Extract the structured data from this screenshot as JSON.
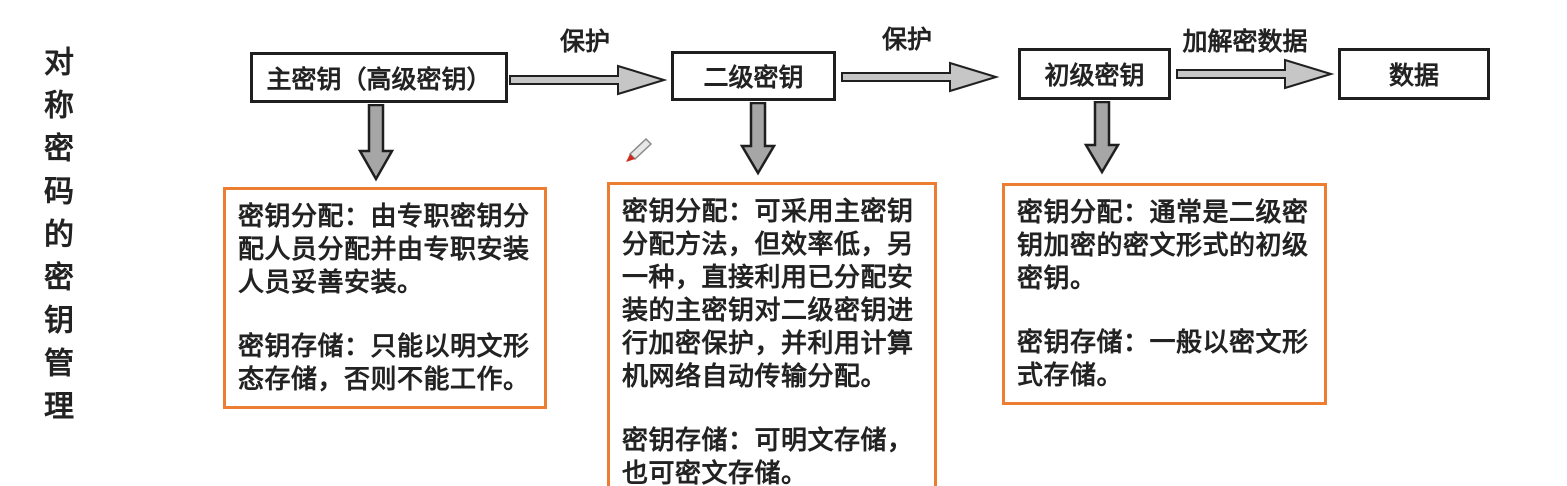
{
  "title": "对称密码的密钥管理",
  "colors": {
    "accent-orange": "#ED7D31",
    "node-border": "#1f1f1f",
    "h-arrow-fill": "#c6c6c6",
    "v-arrow-fill": "#a6a6a6",
    "arrow-stroke": "#1f1f1f",
    "text": "#1a1a1a"
  },
  "icons": {
    "annotation-cursor": "pencil-icon",
    "flow-arrow": "block-arrow-right",
    "pointer-arrow": "block-arrow-down"
  },
  "flow": {
    "nodes": [
      {
        "label": "主密钥（高级密钥）"
      },
      {
        "label": "二级密钥"
      },
      {
        "label": "初级密钥"
      },
      {
        "label": "数据"
      }
    ],
    "arrows": [
      {
        "label": "保护"
      },
      {
        "label": "保护"
      },
      {
        "label": "加解密数据"
      }
    ]
  },
  "details": [
    {
      "distribution": "密钥分配：由专职密钥分配人员分配并由专职安装人员妥善安装。",
      "storage": "密钥存储：只能以明文形态存储，否则不能工作。"
    },
    {
      "distribution": "密钥分配：可采用主密钥分配方法，但效率低，另一种，直接利用已分配安装的主密钥对二级密钥进行加密保护，并利用计算机网络自动传输分配。",
      "storage": "密钥存储：可明文存储，也可密文存储。"
    },
    {
      "distribution": "密钥分配：通常是二级密钥加密的密文形式的初级密钥。",
      "storage": "密钥存储：一般以密文形式存储。"
    }
  ]
}
